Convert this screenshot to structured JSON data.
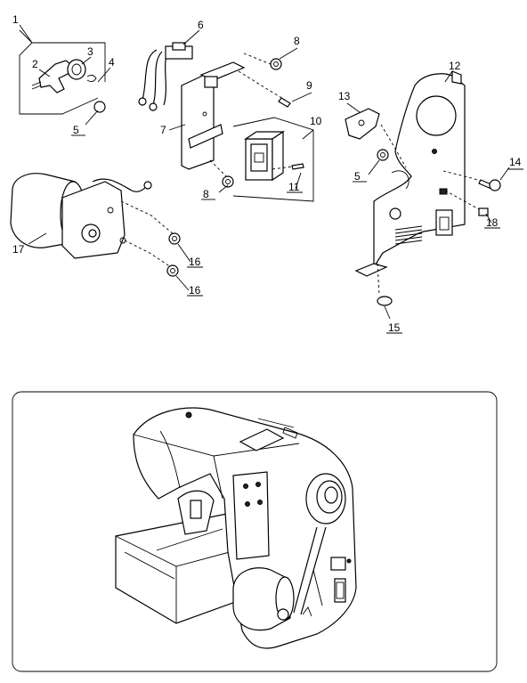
{
  "diagram": {
    "callouts": [
      {
        "id": "c1",
        "text": "1"
      },
      {
        "id": "c2",
        "text": "2"
      },
      {
        "id": "c3",
        "text": "3"
      },
      {
        "id": "c4",
        "text": "4"
      },
      {
        "id": "c5a",
        "text": "5"
      },
      {
        "id": "c5b",
        "text": "5"
      },
      {
        "id": "c6",
        "text": "6"
      },
      {
        "id": "c7",
        "text": "7"
      },
      {
        "id": "c8a",
        "text": "8"
      },
      {
        "id": "c8b",
        "text": "8"
      },
      {
        "id": "c9",
        "text": "9"
      },
      {
        "id": "c10",
        "text": "10"
      },
      {
        "id": "c11",
        "text": "11"
      },
      {
        "id": "c12",
        "text": "12"
      },
      {
        "id": "c13",
        "text": "13"
      },
      {
        "id": "c14",
        "text": "14"
      },
      {
        "id": "c15",
        "text": "15"
      },
      {
        "id": "c16a",
        "text": "16"
      },
      {
        "id": "c16b",
        "text": "16"
      },
      {
        "id": "c17",
        "text": "17"
      },
      {
        "id": "c18",
        "text": "18"
      }
    ]
  }
}
